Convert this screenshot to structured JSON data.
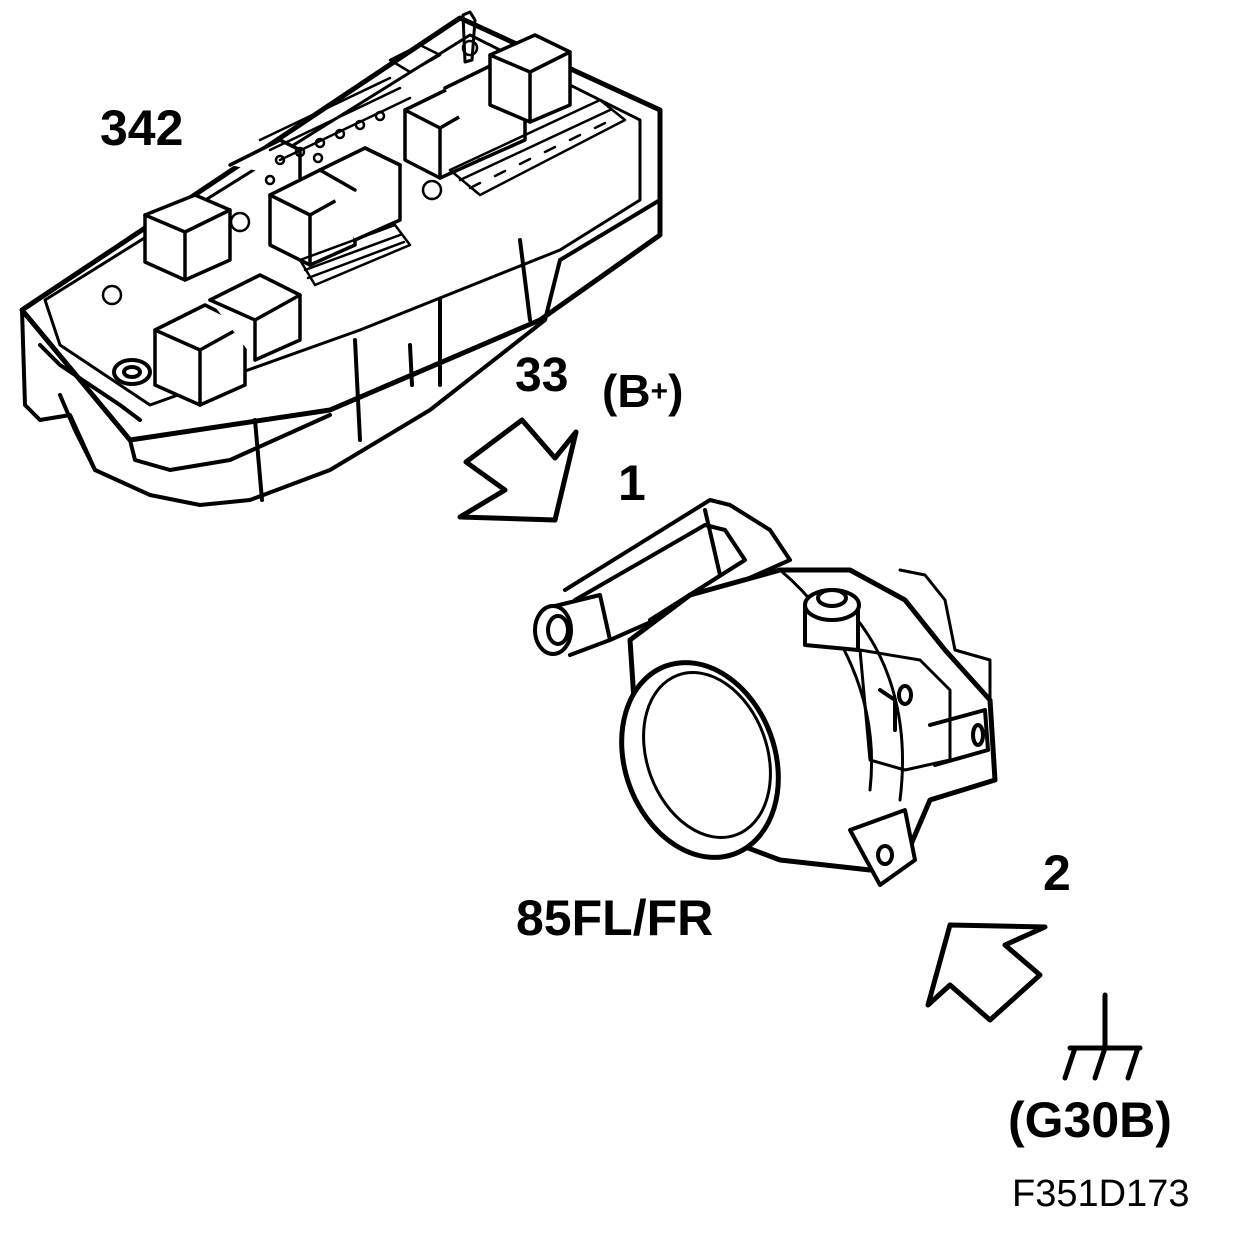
{
  "labels": {
    "fuse_box": "342",
    "connector_power": "33",
    "power_open": "(B",
    "power_sup": "+",
    "power_close": ")",
    "pin_1": "1",
    "pin_2": "2",
    "fog_lamp": "85FL/FR",
    "ground": "(G30B)",
    "figure_id": "F351D173"
  },
  "colors": {
    "line": "#000000",
    "background": "#ffffff"
  },
  "icons": {
    "arrow_power": "hollow-arrow-down-left",
    "arrow_ground": "hollow-arrow-up-right",
    "ground_symbol": "ground-icon"
  }
}
